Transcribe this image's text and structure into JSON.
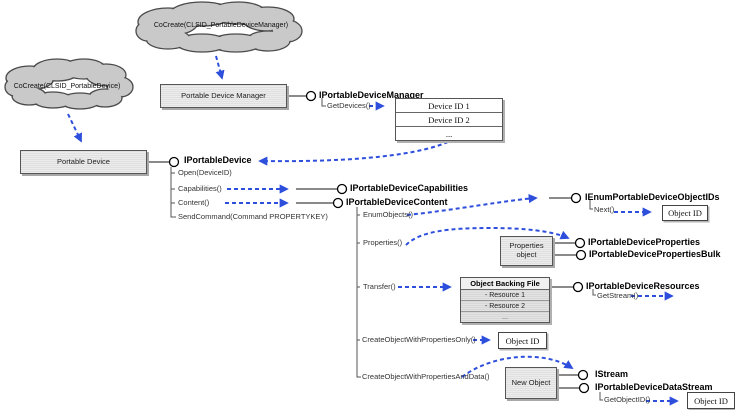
{
  "colors": {
    "arrow_blue": "#2e4fdc",
    "box_fill": "#e9e9e9",
    "cloud_fill": "#c9c9c9",
    "line_gray": "#444444"
  },
  "clouds": {
    "manager": {
      "label": "CoCreate(CLSID_PortableDeviceManager)"
    },
    "device": {
      "label": "CoCreate(CLSID_PortableDevice)"
    }
  },
  "nodes": {
    "portable_device_manager": {
      "label": "Portable Device Manager"
    },
    "portable_device": {
      "label": "Portable Device"
    },
    "properties_object": {
      "label": "Properties object"
    },
    "new_object": {
      "label": "New Object"
    }
  },
  "interfaces": {
    "manager": {
      "name": "IPortableDeviceManager",
      "methods": {
        "get_devices": "GetDevices()"
      }
    },
    "device": {
      "name": "IPortableDevice",
      "methods": {
        "open": "Open(DeviceID)",
        "capabilities": "Capabilities()",
        "content": "Content()",
        "send_command": "SendCommand(Command PROPERTYKEY)"
      }
    },
    "capabilities": {
      "name": "IPortableDeviceCapabilities"
    },
    "content": {
      "name": "IPortableDeviceContent",
      "methods": {
        "enum_objects": "EnumObjects()",
        "properties": "Properties()",
        "transfer": "Transfer()",
        "create_props_only": "CreateObjectWithPropertiesOnly()",
        "create_props_data": "CreateObjectWithPropertiesAndData()"
      }
    },
    "enum_object_ids": {
      "name": "IEnumPortableDeviceObjectIDs",
      "methods": {
        "next": "Next()"
      }
    },
    "properties": {
      "name": "IPortableDeviceProperties"
    },
    "properties_bulk": {
      "name": "IPortableDevicePropertiesBulk"
    },
    "resources": {
      "name": "IPortableDeviceResources",
      "methods": {
        "get_stream": "GetStream()"
      }
    },
    "istream": {
      "name": "IStream"
    },
    "data_stream": {
      "name": "IPortableDeviceDataStream",
      "methods": {
        "get_object_id": "GetObjectID()"
      }
    }
  },
  "tables": {
    "device_ids": {
      "rows": [
        "Device ID 1",
        "Device ID 2",
        "..."
      ]
    },
    "backing_file": {
      "header": "Object Backing File",
      "rows": [
        "- Resource 1",
        "- Resource 2",
        "..."
      ]
    }
  },
  "object_id_boxes": {
    "enum_result": "Object ID",
    "create_result": "Object ID",
    "get_object_id_result": "Object ID"
  }
}
